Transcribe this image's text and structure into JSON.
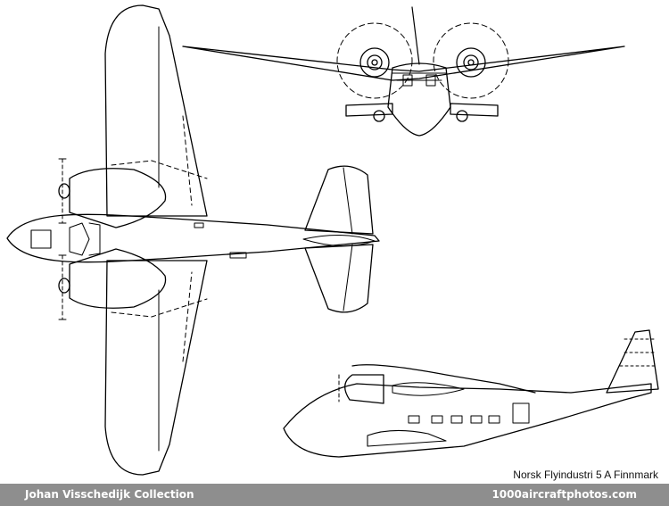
{
  "caption": "Norsk Flyindustri 5 A Finnmark",
  "footer": {
    "collection": "Johan Visschedijk Collection",
    "site": "1000aircraftphotos.com"
  }
}
